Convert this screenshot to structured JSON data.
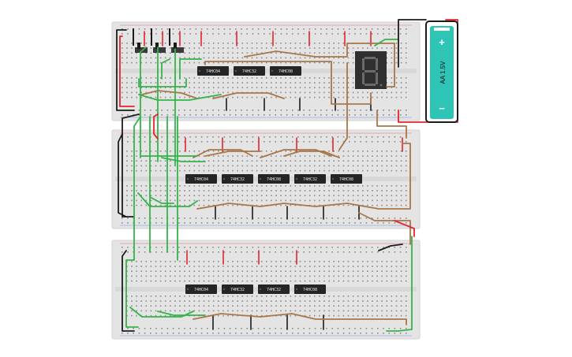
{
  "colors": {
    "board": "#e4e4e4",
    "board_edge": "#d2d2d2",
    "hole": "#8a8a8a",
    "chip": "#252525",
    "wire_red": "#e0262c",
    "wire_black": "#1c1c1c",
    "wire_brown": "#a9764a",
    "wire_green": "#34b44a",
    "battery_body": "#2ec4b6",
    "segment_display": "#303030",
    "segment_lit": "#6a6a6a"
  },
  "boards": [
    {
      "name": "breadboard-top",
      "chips": [
        "74HC04",
        "74HC32",
        "74HC08"
      ]
    },
    {
      "name": "breadboard-middle",
      "chips": [
        "74HC04",
        "74HC32",
        "74HC08",
        "74HC32",
        "74HC08"
      ]
    },
    {
      "name": "breadboard-bottom",
      "chips": [
        "74HC04",
        "74HC32",
        "74HC32",
        "74HC08"
      ]
    }
  ],
  "switches": [
    "slide-switch-1",
    "slide-switch-2",
    "slide-switch-3"
  ],
  "display": {
    "type": "seven-segment-display",
    "shown_digit": "8"
  },
  "battery": {
    "label": "AA 1.5V",
    "plus": "+",
    "minus": "−"
  }
}
